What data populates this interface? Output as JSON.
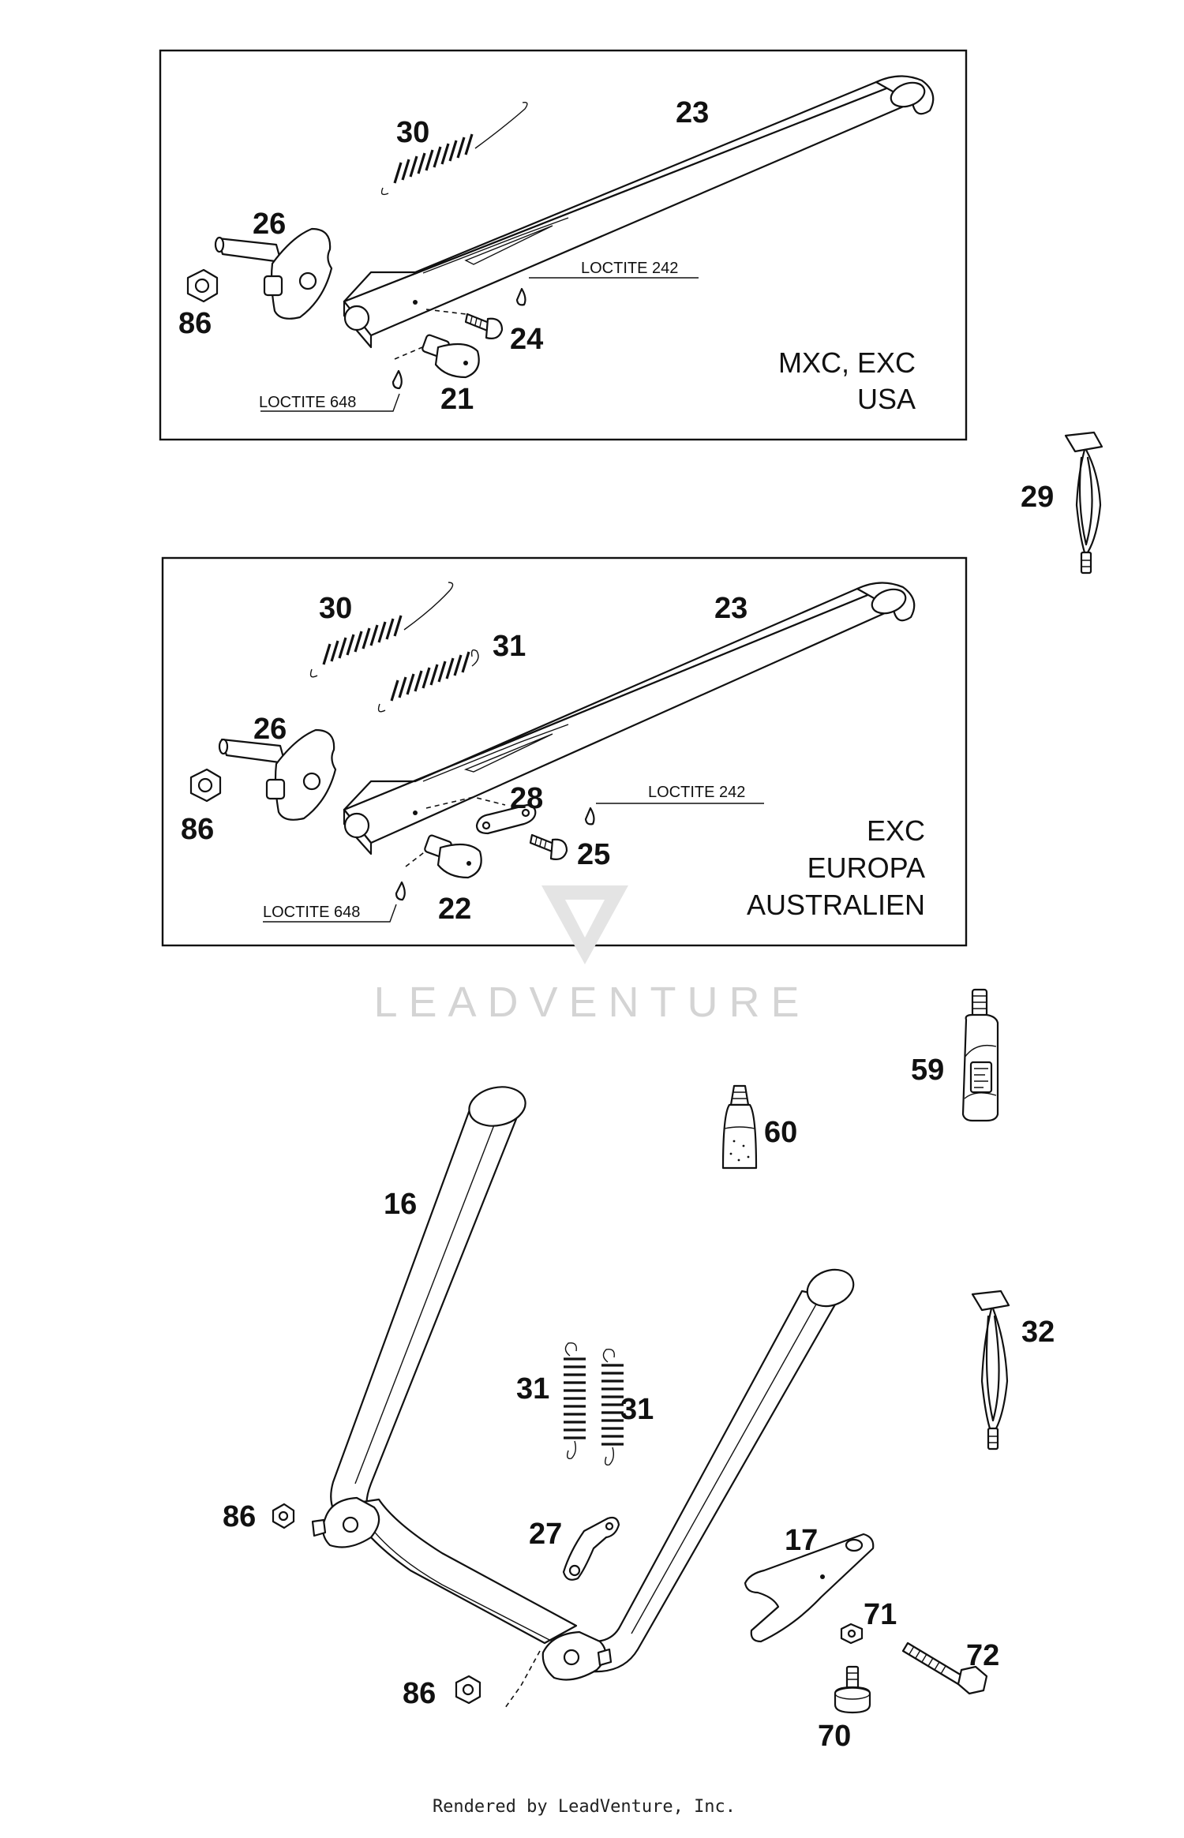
{
  "panels": [
    {
      "id": "usa",
      "region_lines": [
        "MXC, EXC",
        "USA"
      ],
      "callouts": [
        "30",
        "23",
        "26",
        "86",
        "24",
        "21"
      ],
      "notes": [
        "LOCTITE 242",
        "LOCTITE 648"
      ]
    },
    {
      "id": "europa",
      "region_lines": [
        "EXC",
        "EUROPA",
        "AUSTRALIEN"
      ],
      "callouts": [
        "30",
        "23",
        "31",
        "26",
        "28",
        "86",
        "25",
        "22"
      ],
      "notes": [
        "LOCTITE 242",
        "LOCTITE 648"
      ]
    }
  ],
  "loose_parts": [
    "29",
    "59",
    "60",
    "32"
  ],
  "center_stand": {
    "callouts": [
      "16",
      "31",
      "31",
      "86",
      "27",
      "86",
      "17",
      "71",
      "72",
      "70"
    ]
  },
  "watermark": "LEADVENTURE",
  "footer": "Rendered by LeadVenture, Inc."
}
